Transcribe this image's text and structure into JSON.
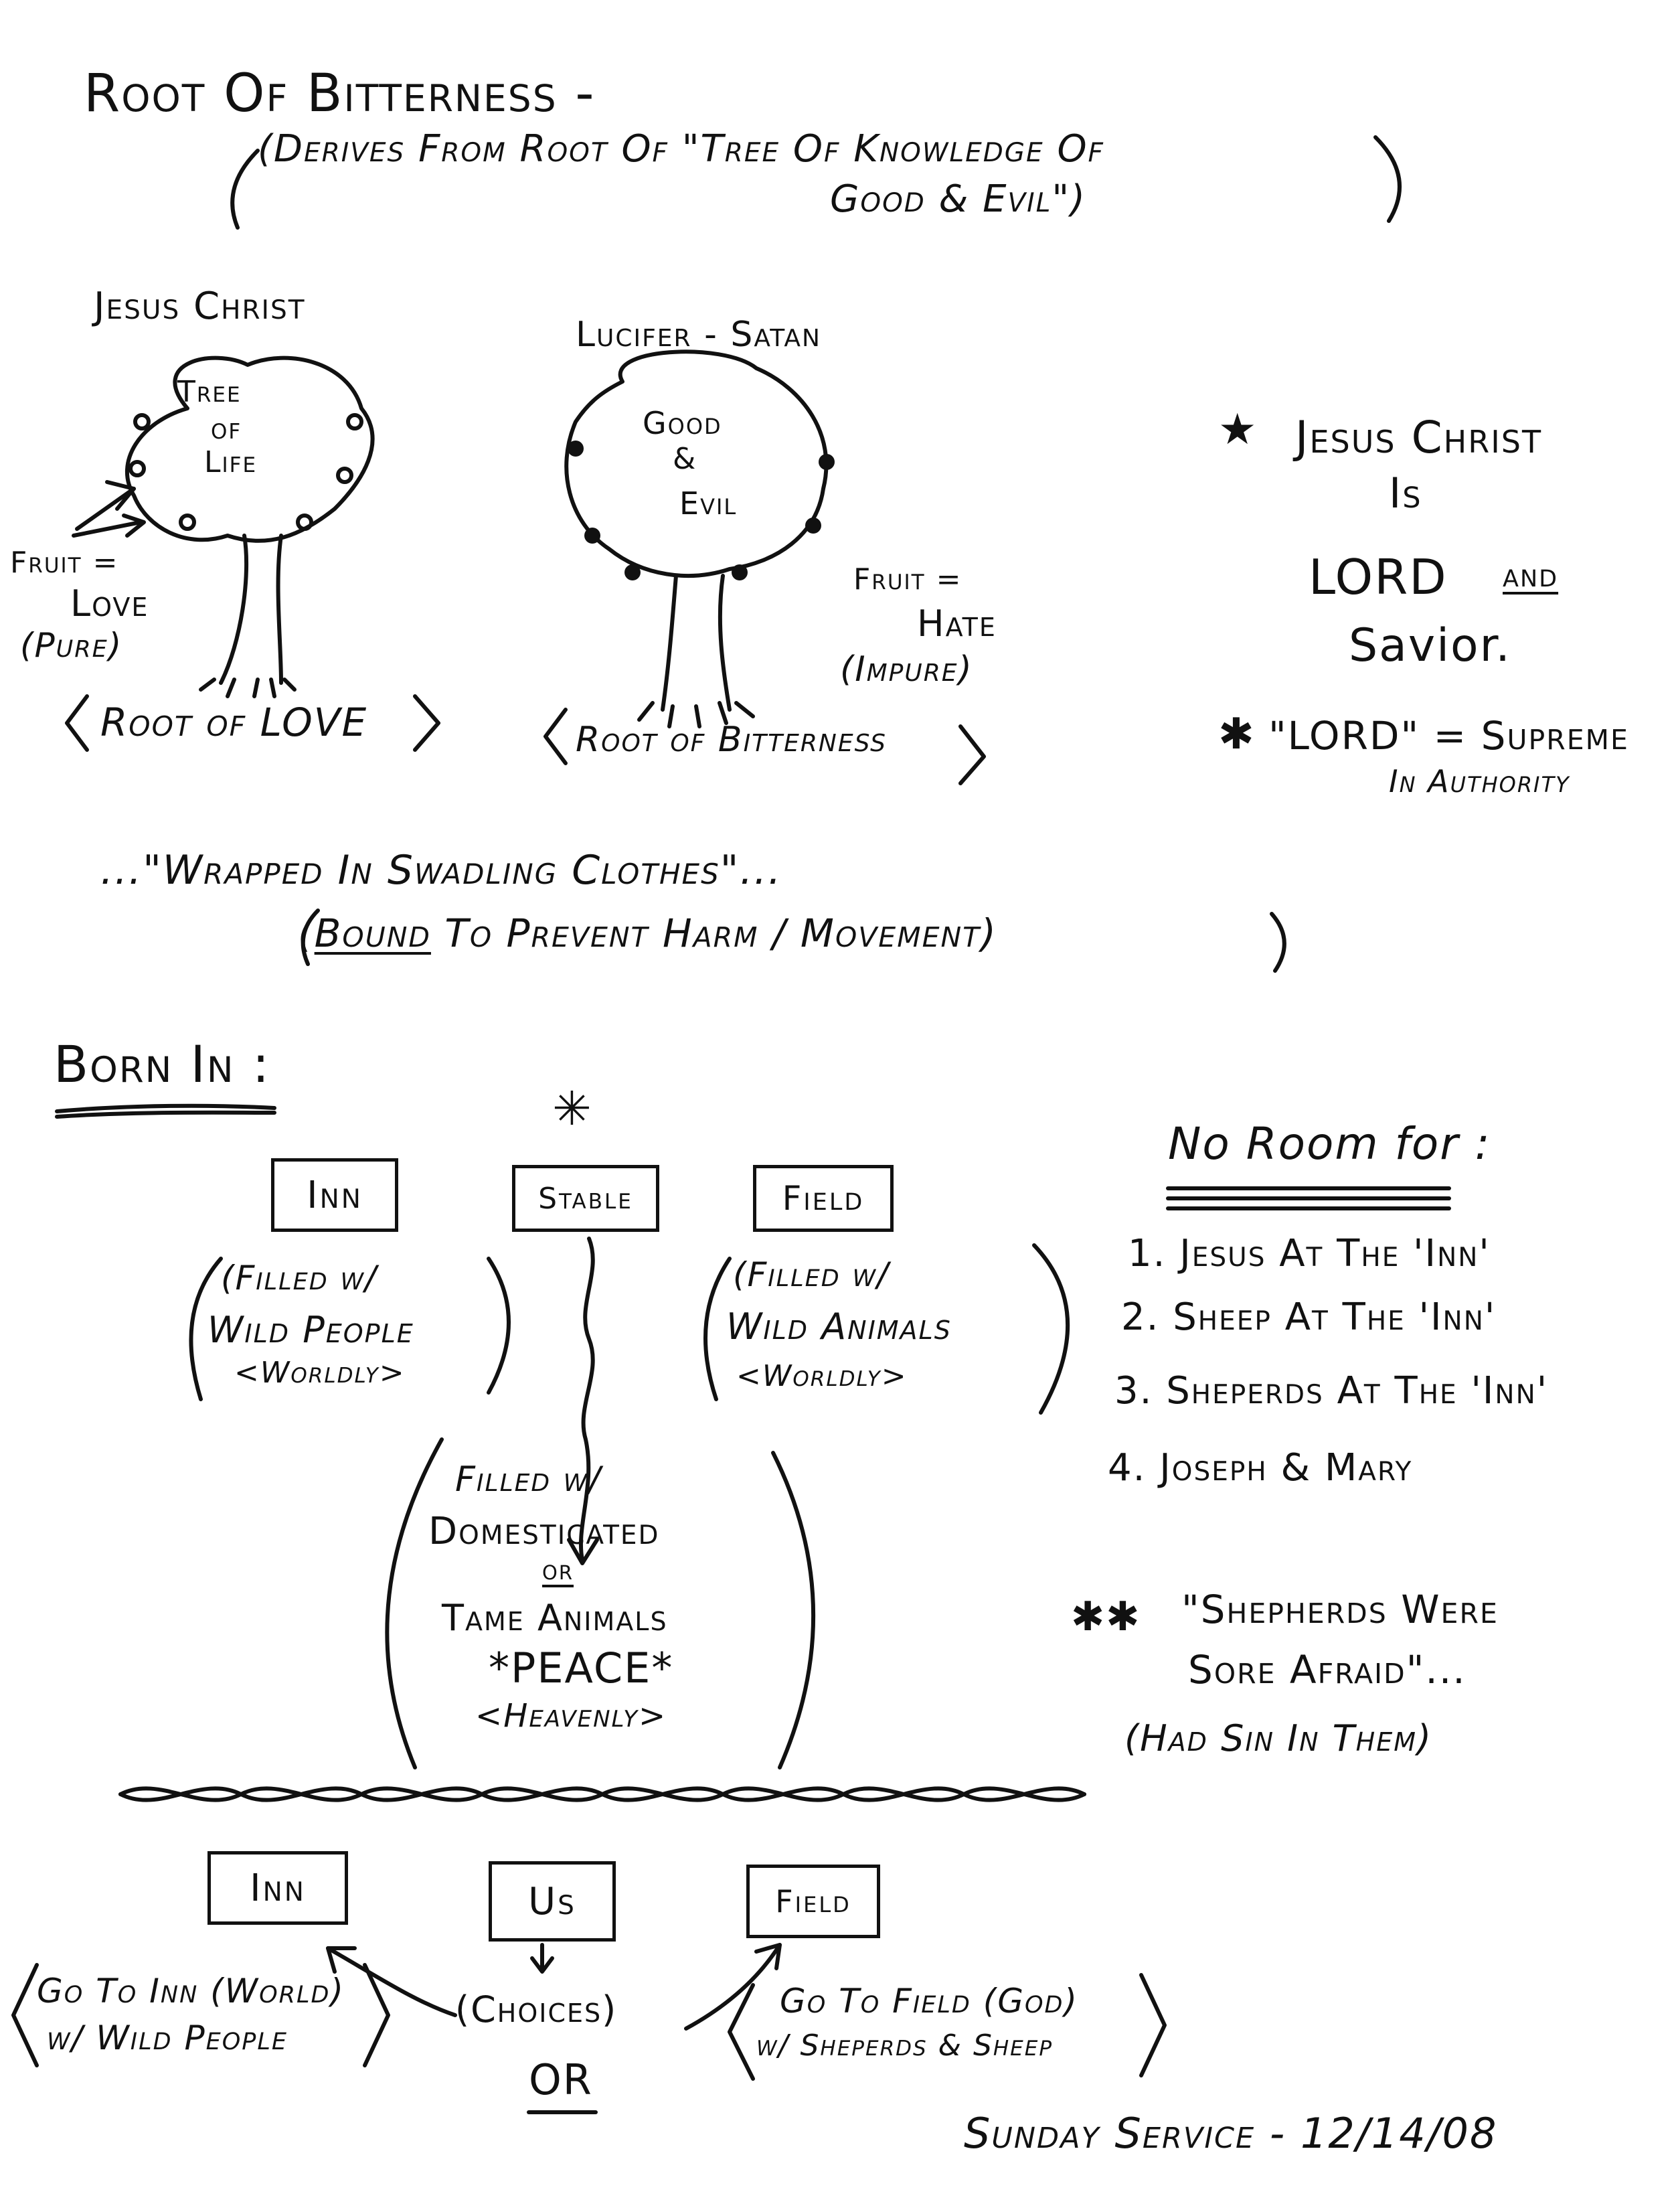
{
  "title": {
    "main": "Root Of Bitterness -",
    "sub_line1": "(Derives From Root Of \"Tree Of Knowledge Of",
    "sub_line2": "Good & Evil\")"
  },
  "trees": {
    "left": {
      "heading": "Jesus Christ",
      "canopy_line1": "Tree",
      "canopy_line2": "of",
      "canopy_line3": "Life",
      "fruit_label": "Fruit =",
      "fruit_value": "Love",
      "fruit_quality": "(Pure)",
      "root": "Root of LOVE"
    },
    "right": {
      "heading": "Lucifer - Satan",
      "canopy_line1": "Good",
      "canopy_line2": "&",
      "canopy_line3": "Evil",
      "fruit_label": "Fruit =",
      "fruit_value": "Hate",
      "fruit_quality": "(Impure)",
      "root": "Root of Bitterness"
    }
  },
  "lord_note": {
    "star": "★",
    "line1": "Jesus Christ",
    "line2": "Is",
    "line3_a": "LORD",
    "line3_b": "and",
    "line4": "Savior.",
    "def_mark": "✱",
    "def_line1": "\"LORD\" = Supreme",
    "def_line2": "In Authority"
  },
  "swaddling": {
    "quote": "...\"Wrapped In Swadling Clothes\"...",
    "note_pre": "(",
    "note_bound": "Bound",
    "note_post": " To Prevent Harm / Movement)"
  },
  "born_in": {
    "heading": "Born In :",
    "star": "✳",
    "boxes": [
      "Inn",
      "Stable",
      "Field"
    ],
    "inn_note": [
      "(Filled w/",
      "Wild People",
      "<Worldly>"
    ],
    "field_note": [
      "(Filled w/",
      "Wild Animals",
      "<Worldly>"
    ],
    "stable_note": [
      "Filled w/",
      "Domesticated",
      "or",
      "Tame Animals",
      "*PEACE*",
      "<Heavenly>"
    ]
  },
  "no_room": {
    "heading": "No Room for :",
    "items": [
      "1. Jesus At The 'Inn'",
      "2. Sheep At The 'Inn'",
      "3. Sheperds At The 'Inn'",
      "4. Joseph & Mary"
    ],
    "shepherds_mark": "✱✱",
    "shepherds_line1": "\"Shepherds Were",
    "shepherds_line2": "Sore Afraid\"...",
    "shepherds_line3": "(Had Sin In Them)"
  },
  "choices": {
    "boxes": [
      "Inn",
      "Us",
      "Field"
    ],
    "left_line1": "Go To Inn (World)",
    "left_line2": "w/ Wild People",
    "center": "(Choices)",
    "or": "OR",
    "right_line1": "Go To Field (God)",
    "right_line2": "w/ Sheperds & Sheep"
  },
  "footer": "Sunday Service - 12/14/08"
}
